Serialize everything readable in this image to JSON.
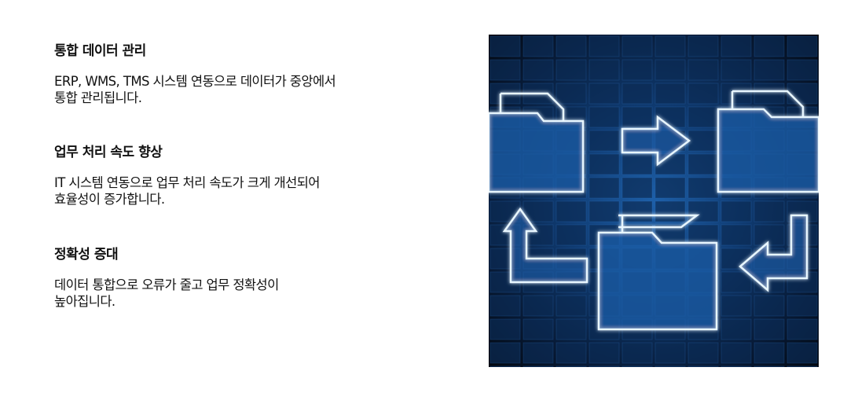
{
  "features": [
    {
      "title": "통합 데이터 관리",
      "lines": [
        "ERP, WMS, TMS 시스템 연동으로 데이터가 중앙에서",
        "통합 관리됩니다."
      ]
    },
    {
      "title": "업무 처리 속도 향상",
      "lines": [
        "IT 시스템 연동으로 업무 처리 속도가 크게 개선되어",
        "효율성이 증가합니다."
      ]
    },
    {
      "title": "정확성 증대",
      "lines": [
        "데이터 통합으로 오류가 줄고 업무 정확성이",
        "높아집니다."
      ]
    }
  ],
  "image": {
    "icons": [
      "folder-icon",
      "arrow-right-icon",
      "folder-icon",
      "arrow-return-icon",
      "folder-icon",
      "arrow-up-icon"
    ],
    "accent": "#9fd4ff"
  }
}
